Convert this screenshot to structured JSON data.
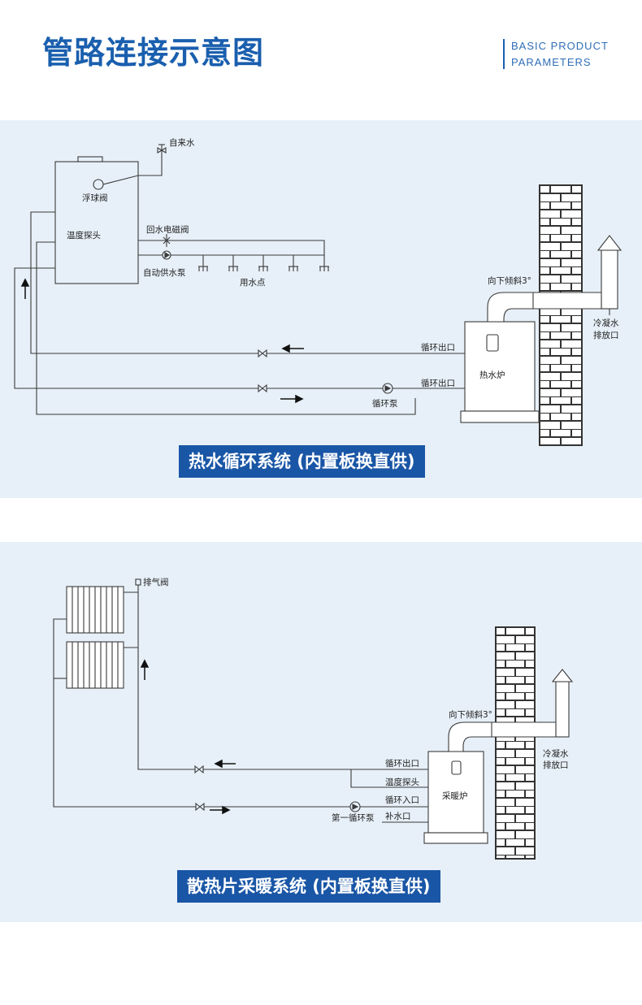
{
  "header": {
    "title": "管路连接示意图",
    "en_line1": "BASIC PRODUCT",
    "en_line2": "PARAMETERS"
  },
  "diagram1": {
    "labels": {
      "tap_water": "自来水",
      "float_valve": "浮球阀",
      "temp_probe": "温度探头",
      "return_valve": "回水电磁阀",
      "auto_pump": "自动供水泵",
      "water_points": "用水点",
      "tilt": "向下倾斜3°",
      "condensate_1": "冷凝水",
      "condensate_2": "排放口",
      "circ_out_1": "循环出口",
      "circ_out_2": "循环出口",
      "boiler": "热水炉",
      "circ_pump": "循环泵"
    },
    "caption": "热水循环系统 (内置板换直供)"
  },
  "diagram2": {
    "labels": {
      "vent_valve": "排气阀",
      "tilt": "向下倾斜3°",
      "condensate_1": "冷凝水",
      "condensate_2": "排放口",
      "circ_out": "循环出口",
      "temp_probe": "温度探头",
      "circ_in": "循环入口",
      "makeup": "补水口",
      "first_pump": "第一循环泵",
      "boiler": "采暖炉"
    },
    "caption": "散热片采暖系统 (内置板换直供)"
  }
}
